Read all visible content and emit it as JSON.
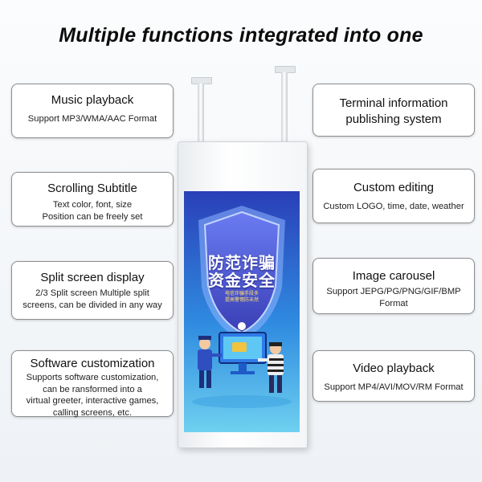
{
  "headline": "Multiple functions integrated into one",
  "features_left": [
    {
      "title": "Music playback",
      "desc": [
        "Support MP3/WMA/AAC Format"
      ]
    },
    {
      "title": "Scrolling Subtitle",
      "desc": [
        "Text color, font, size",
        "Position can be freely set"
      ]
    },
    {
      "title": "Split screen display",
      "desc": [
        "2/3 Split screen Multiple split",
        "screens, can be divided in any way"
      ]
    },
    {
      "title": "Software customization",
      "desc": [
        "Supports software customization,",
        "can be ransformed into a",
        "virtual greeter, interactive games,",
        "calling screens, etc."
      ]
    }
  ],
  "features_right": [
    {
      "title": [
        "Terminal information",
        "publishing system"
      ],
      "desc": []
    },
    {
      "title": "Custom editing",
      "desc": [
        "Custom LOGO, time, date, weather"
      ]
    },
    {
      "title": "Image carousel",
      "desc": [
        "Support JEPG/PG/PNG/GIF/BMP",
        "Format"
      ]
    },
    {
      "title": "Video playback",
      "desc": [
        "Support MP4/AVI/MOV/RM Format"
      ]
    }
  ],
  "poster": {
    "main_text": [
      "防范诈骗",
      "资金安全"
    ],
    "sub_text": [
      "电信诈骗手段多",
      "提高警惕防未然"
    ]
  },
  "colors": {
    "screen_bg": "#1c4fbe",
    "poster_sub": "#ffe36a",
    "card_border": "#8e8e8e"
  }
}
